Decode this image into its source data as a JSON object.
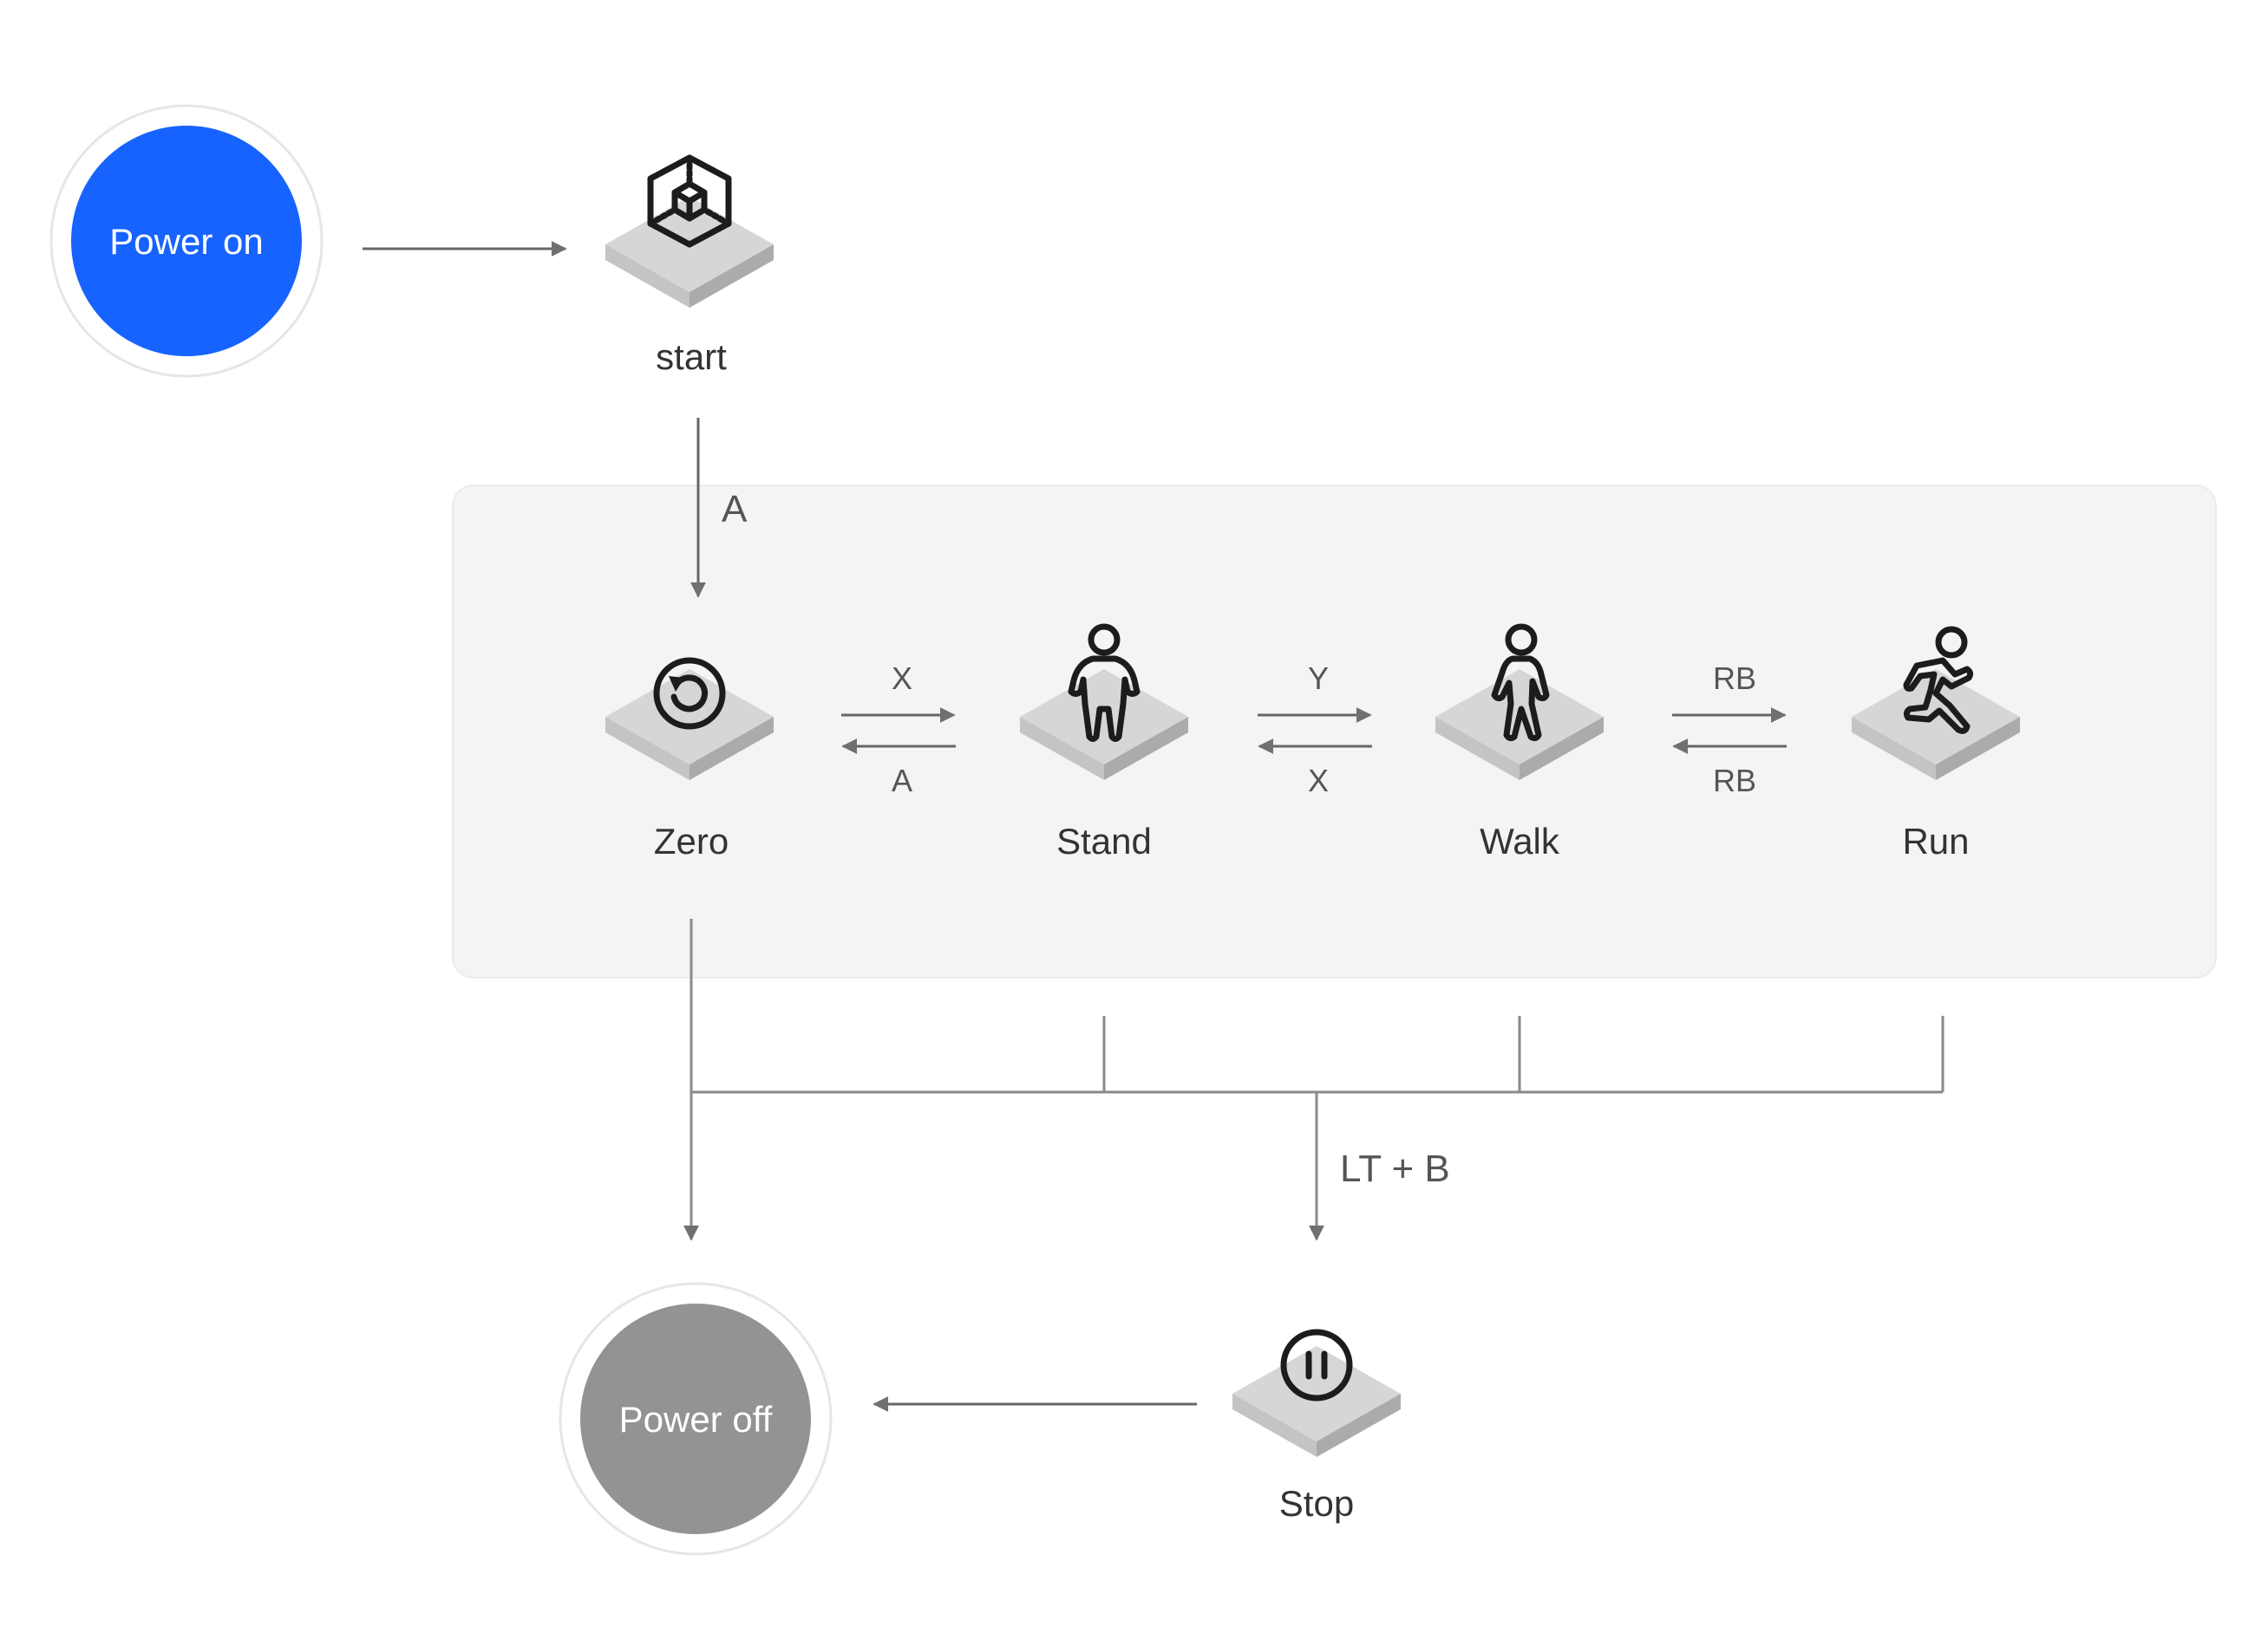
{
  "colors": {
    "power_on": "#1763ff",
    "power_off": "#939393",
    "group_bg": "#f4f4f4",
    "platform_top": "#d6d6d6",
    "platform_left": "#c4c4c4",
    "platform_right": "#ababab",
    "line": "#8a8a8a"
  },
  "nodes": {
    "power_on": {
      "label": "Power on"
    },
    "power_off": {
      "label": "Power off"
    },
    "start": {
      "label": "start",
      "icon": "cube-icon"
    },
    "zero": {
      "label": "Zero",
      "icon": "reset-icon"
    },
    "stand": {
      "label": "Stand",
      "icon": "standing-person-icon"
    },
    "walk": {
      "label": "Walk",
      "icon": "walking-person-icon"
    },
    "run": {
      "label": "Run",
      "icon": "running-person-icon"
    },
    "stop": {
      "label": "Stop",
      "icon": "pause-icon"
    }
  },
  "edges": {
    "start_to_zero": "A",
    "zero_to_stand": "X",
    "stand_to_zero": "A",
    "stand_to_walk": "Y",
    "walk_to_stand": "X",
    "walk_to_run": "RB",
    "run_to_walk": "RB",
    "to_stop": "LT + B"
  }
}
